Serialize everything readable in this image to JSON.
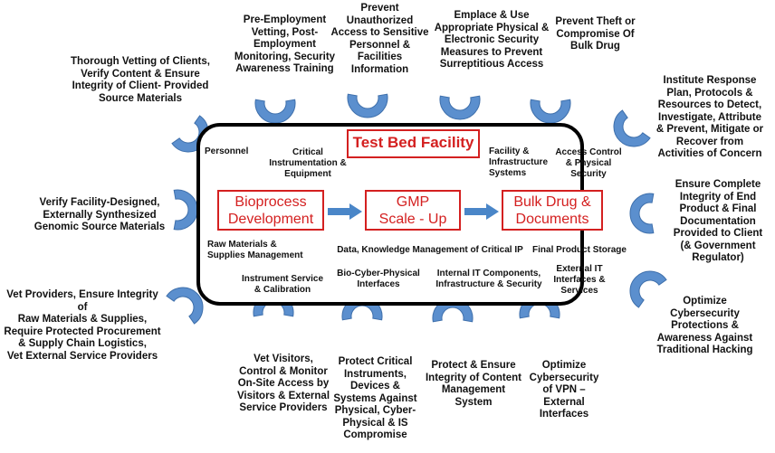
{
  "colors": {
    "arc_fill": "#5b8fce",
    "arc_stroke": "#3e6fab",
    "stage_border": "#d42020",
    "facility_border": "#000000",
    "flow_arrow": "#4a86c8"
  },
  "outer_labels": {
    "thorough_vetting": "Thorough Vetting of Clients,\nVerify Content & Ensure\nIntegrity of Client- Provided\nSource Materials",
    "pre_employment": "Pre-Employment\nVetting, Post-\nEmployment\nMonitoring, Security\nAwareness Training",
    "prevent_unauthorized": "Prevent\nUnauthorized\nAccess to Sensitive\nPersonnel &\nFacilities\nInformation",
    "emplace_security": "Emplace & Use\nAppropriate Physical &\nElectronic Security\nMeasures to Prevent\nSurreptitious Access",
    "prevent_theft": "Prevent Theft or\nCompromise Of\nBulk Drug",
    "institute_response": "Institute Response\nPlan, Protocols &\nResources to Detect,\nInvestigate, Attribute\n& Prevent, Mitigate or\nRecover from\nActivities of Concern",
    "verify_facility": "Verify Facility-Designed,\nExternally Synthesized\nGenomic Source Materials",
    "ensure_complete": "Ensure Complete\nIntegrity of End\nProduct & Final\nDocumentation\nProvided to Client\n(& Government\nRegulator)",
    "vet_providers": "Vet Providers, Ensure Integrity of\nRaw Materials & Supplies,\nRequire Protected Procurement\n& Supply Chain Logistics,\nVet External Service Providers",
    "optimize_cyber_hacking": "Optimize\nCybersecurity\nProtections &\nAwareness Against\nTraditional Hacking",
    "vet_visitors": "Vet Visitors,\nControl & Monitor\nOn-Site Access by\nVisitors & External\nService Providers",
    "protect_instruments": "Protect Critical\nInstruments,\nDevices  &\nSystems Against\nPhysical, Cyber-\nPhysical & IS\nCompromise",
    "protect_content": "Protect & Ensure\nIntegrity of Content\nManagement\nSystem",
    "optimize_vpn": "Optimize\nCybersecurity\nof VPN –\nExternal\nInterfaces"
  },
  "facility": {
    "title": "Test Bed Facility",
    "stages": {
      "bioprocess": "Bioprocess\nDevelopment",
      "gmp": "GMP\nScale - Up",
      "bulk_drug": "Bulk Drug &\nDocuments"
    },
    "items": {
      "personnel": "Personnel",
      "critical_instrumentation": "Critical\nInstrumentation &\nEquipment",
      "facility_infrastructure": "Facility &\nInfrastructure\nSystems",
      "access_control": "Access Control\n& Physical\nSecurity",
      "raw_materials": "Raw Materials &\nSupplies Management",
      "data_knowledge": "Data, Knowledge Management of Critical IP",
      "final_product_storage": "Final Product Storage",
      "instrument_service": "Instrument Service\n& Calibration",
      "bio_cyber_physical": "Bio-Cyber-Physical\nInterfaces",
      "internal_it": "Internal IT Components,\nInfrastructure & Security",
      "external_it": "External IT\nInterfaces &\nServices"
    }
  }
}
